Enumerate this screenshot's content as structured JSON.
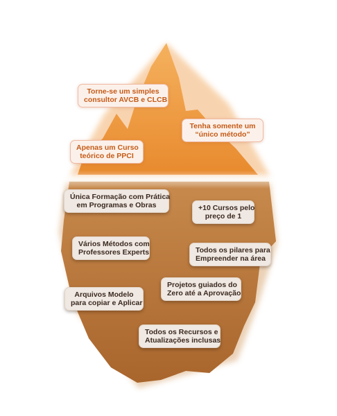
{
  "colors": {
    "tip_light": "#f5b15e",
    "tip_dark": "#e88a2e",
    "base_light": "#c88a4d",
    "base_dark": "#a8652c",
    "top_text": "#c55a17",
    "bottom_text": "#3b2a20"
  },
  "tip_labels": [
    {
      "id": "l1",
      "lines": [
        "Torne-se um simples",
        "consultor AVCB e CLCB"
      ]
    },
    {
      "id": "l2",
      "lines": [
        "Tenha somente um",
        "“único método”"
      ]
    },
    {
      "id": "l3",
      "lines": [
        "Apenas um Curso",
        "teórico de PPCI"
      ]
    }
  ],
  "base_labels": [
    {
      "id": "b1",
      "lines": [
        "Única Formação com Prática",
        "em Programas e Obras"
      ]
    },
    {
      "id": "b2",
      "lines": [
        "+10 Cursos pelo",
        "preço de 1"
      ]
    },
    {
      "id": "b3",
      "lines": [
        "Vários Métodos com",
        "Professores Experts"
      ]
    },
    {
      "id": "b4",
      "lines": [
        "Todos os pilares para",
        "Empreender na área"
      ]
    },
    {
      "id": "b5",
      "lines": [
        "Projetos guiados do",
        "Zero até a Aprovação"
      ]
    },
    {
      "id": "b6",
      "lines": [
        "Arquivos Modelo",
        "para copiar e Aplicar"
      ]
    },
    {
      "id": "b7",
      "lines": [
        "Todos os Recursos e",
        "Atualizações inclusas"
      ]
    }
  ]
}
